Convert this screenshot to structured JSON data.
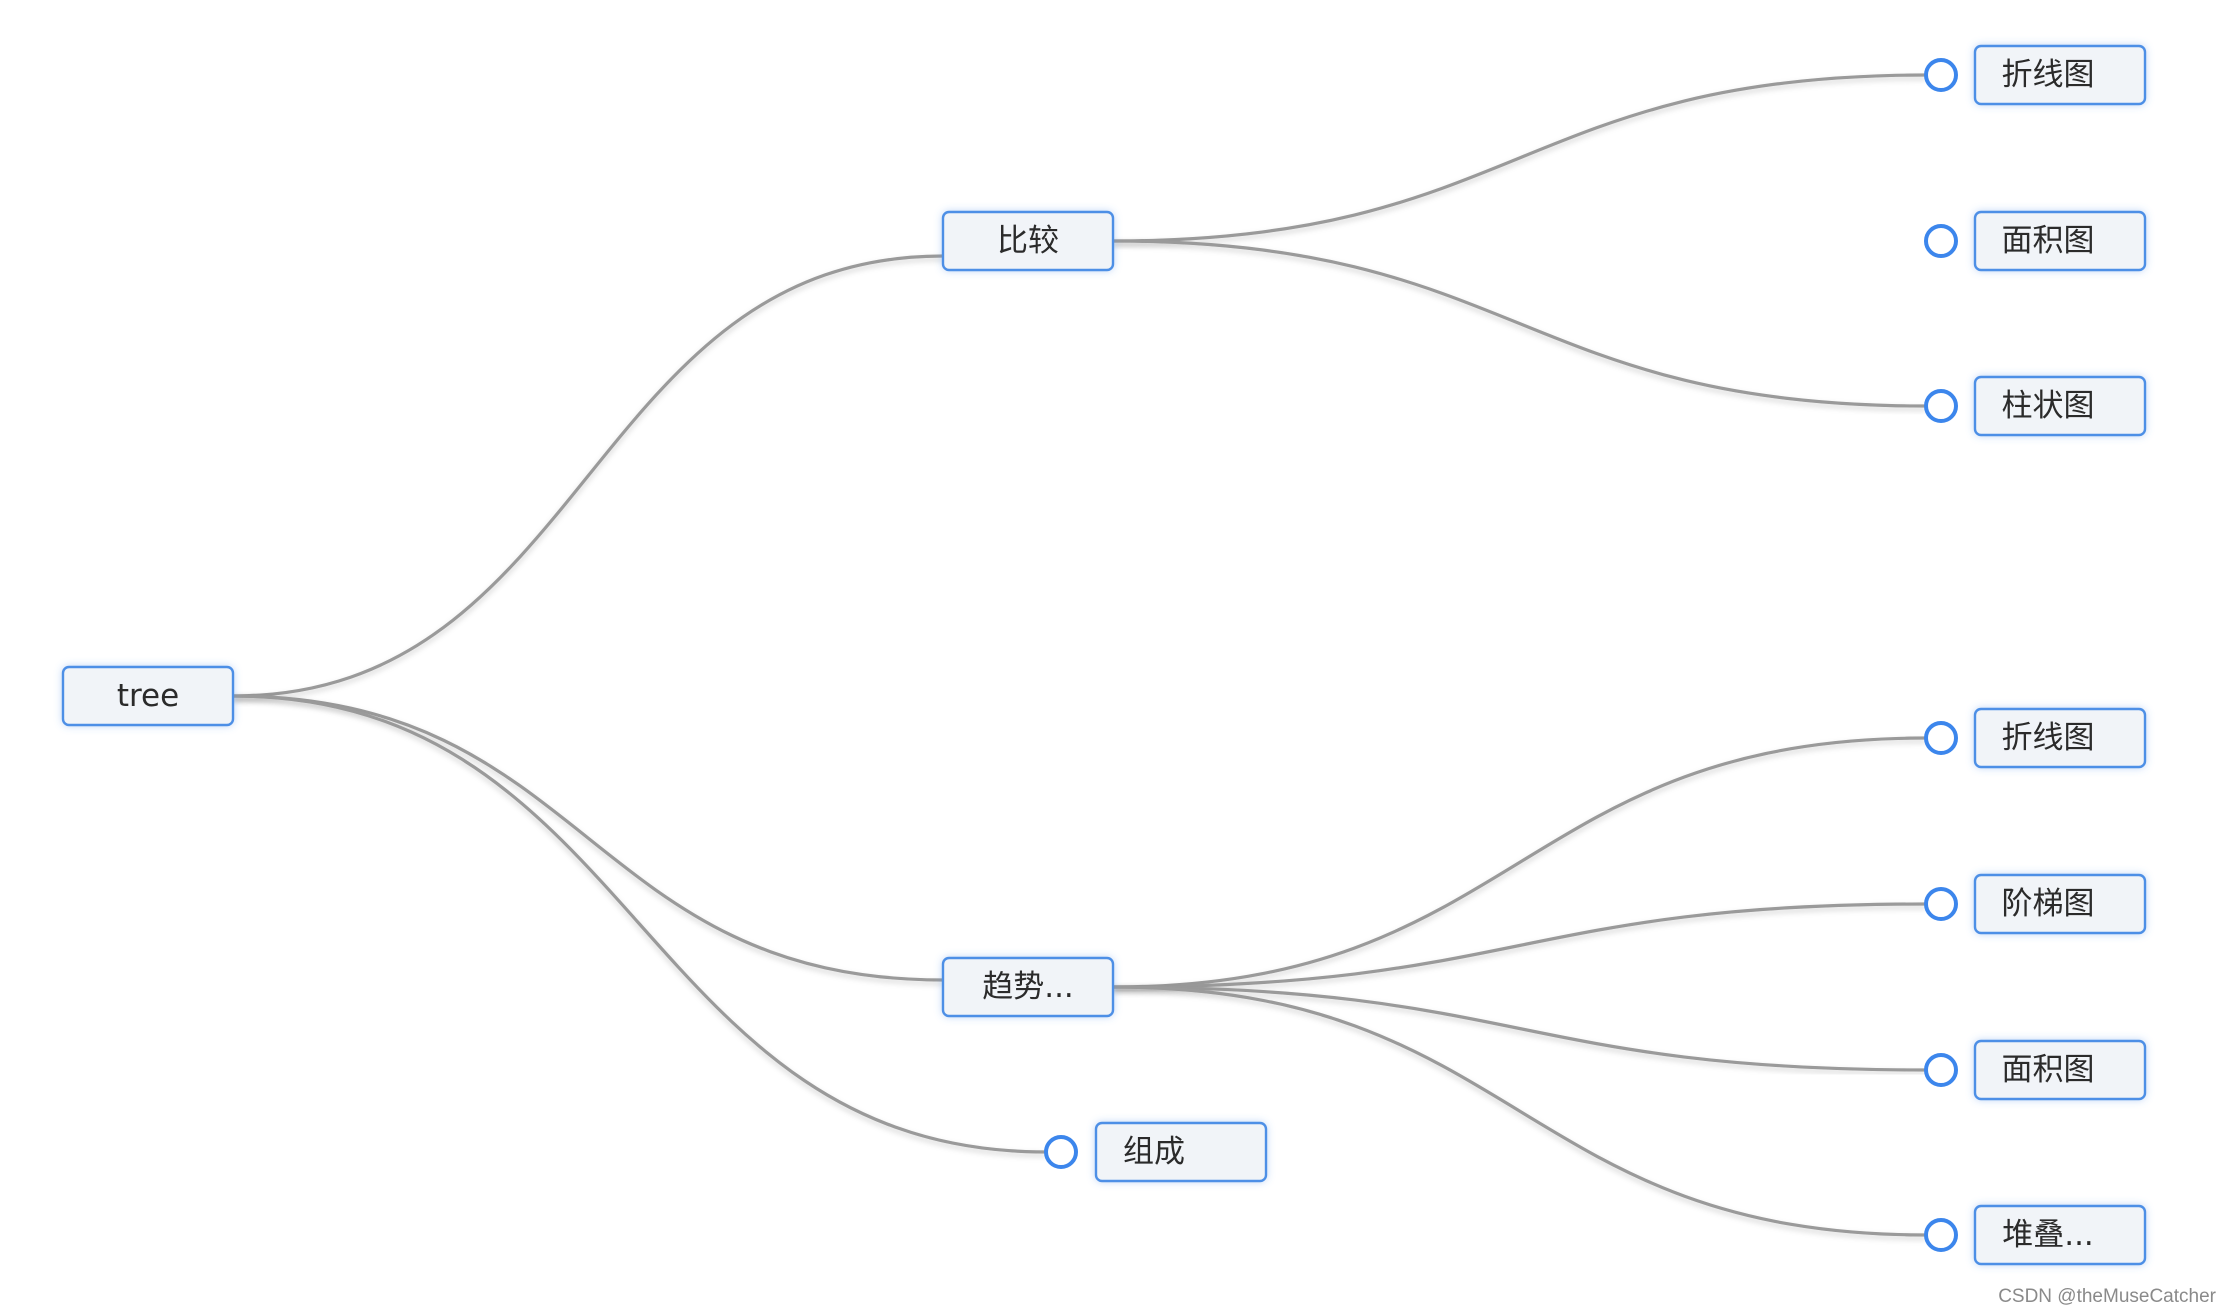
{
  "tree": {
    "root": {
      "label": "tree",
      "children": [
        {
          "label": "比较",
          "children": [
            {
              "label": "折线图"
            },
            {
              "label": "面积图"
            },
            {
              "label": "柱状图"
            }
          ]
        },
        {
          "label": "趋势...",
          "children": [
            {
              "label": "折线图"
            },
            {
              "label": "阶梯图"
            },
            {
              "label": "面积图"
            },
            {
              "label": "堆叠..."
            }
          ]
        },
        {
          "label": "组成"
        }
      ]
    }
  },
  "colors": {
    "node_border": "#4d8fe6",
    "node_fill": "#f1f4f8",
    "edge": "#9a9a9a",
    "expand_circle": "#3c86ec"
  },
  "watermark": "CSDN @theMuseCatcher"
}
